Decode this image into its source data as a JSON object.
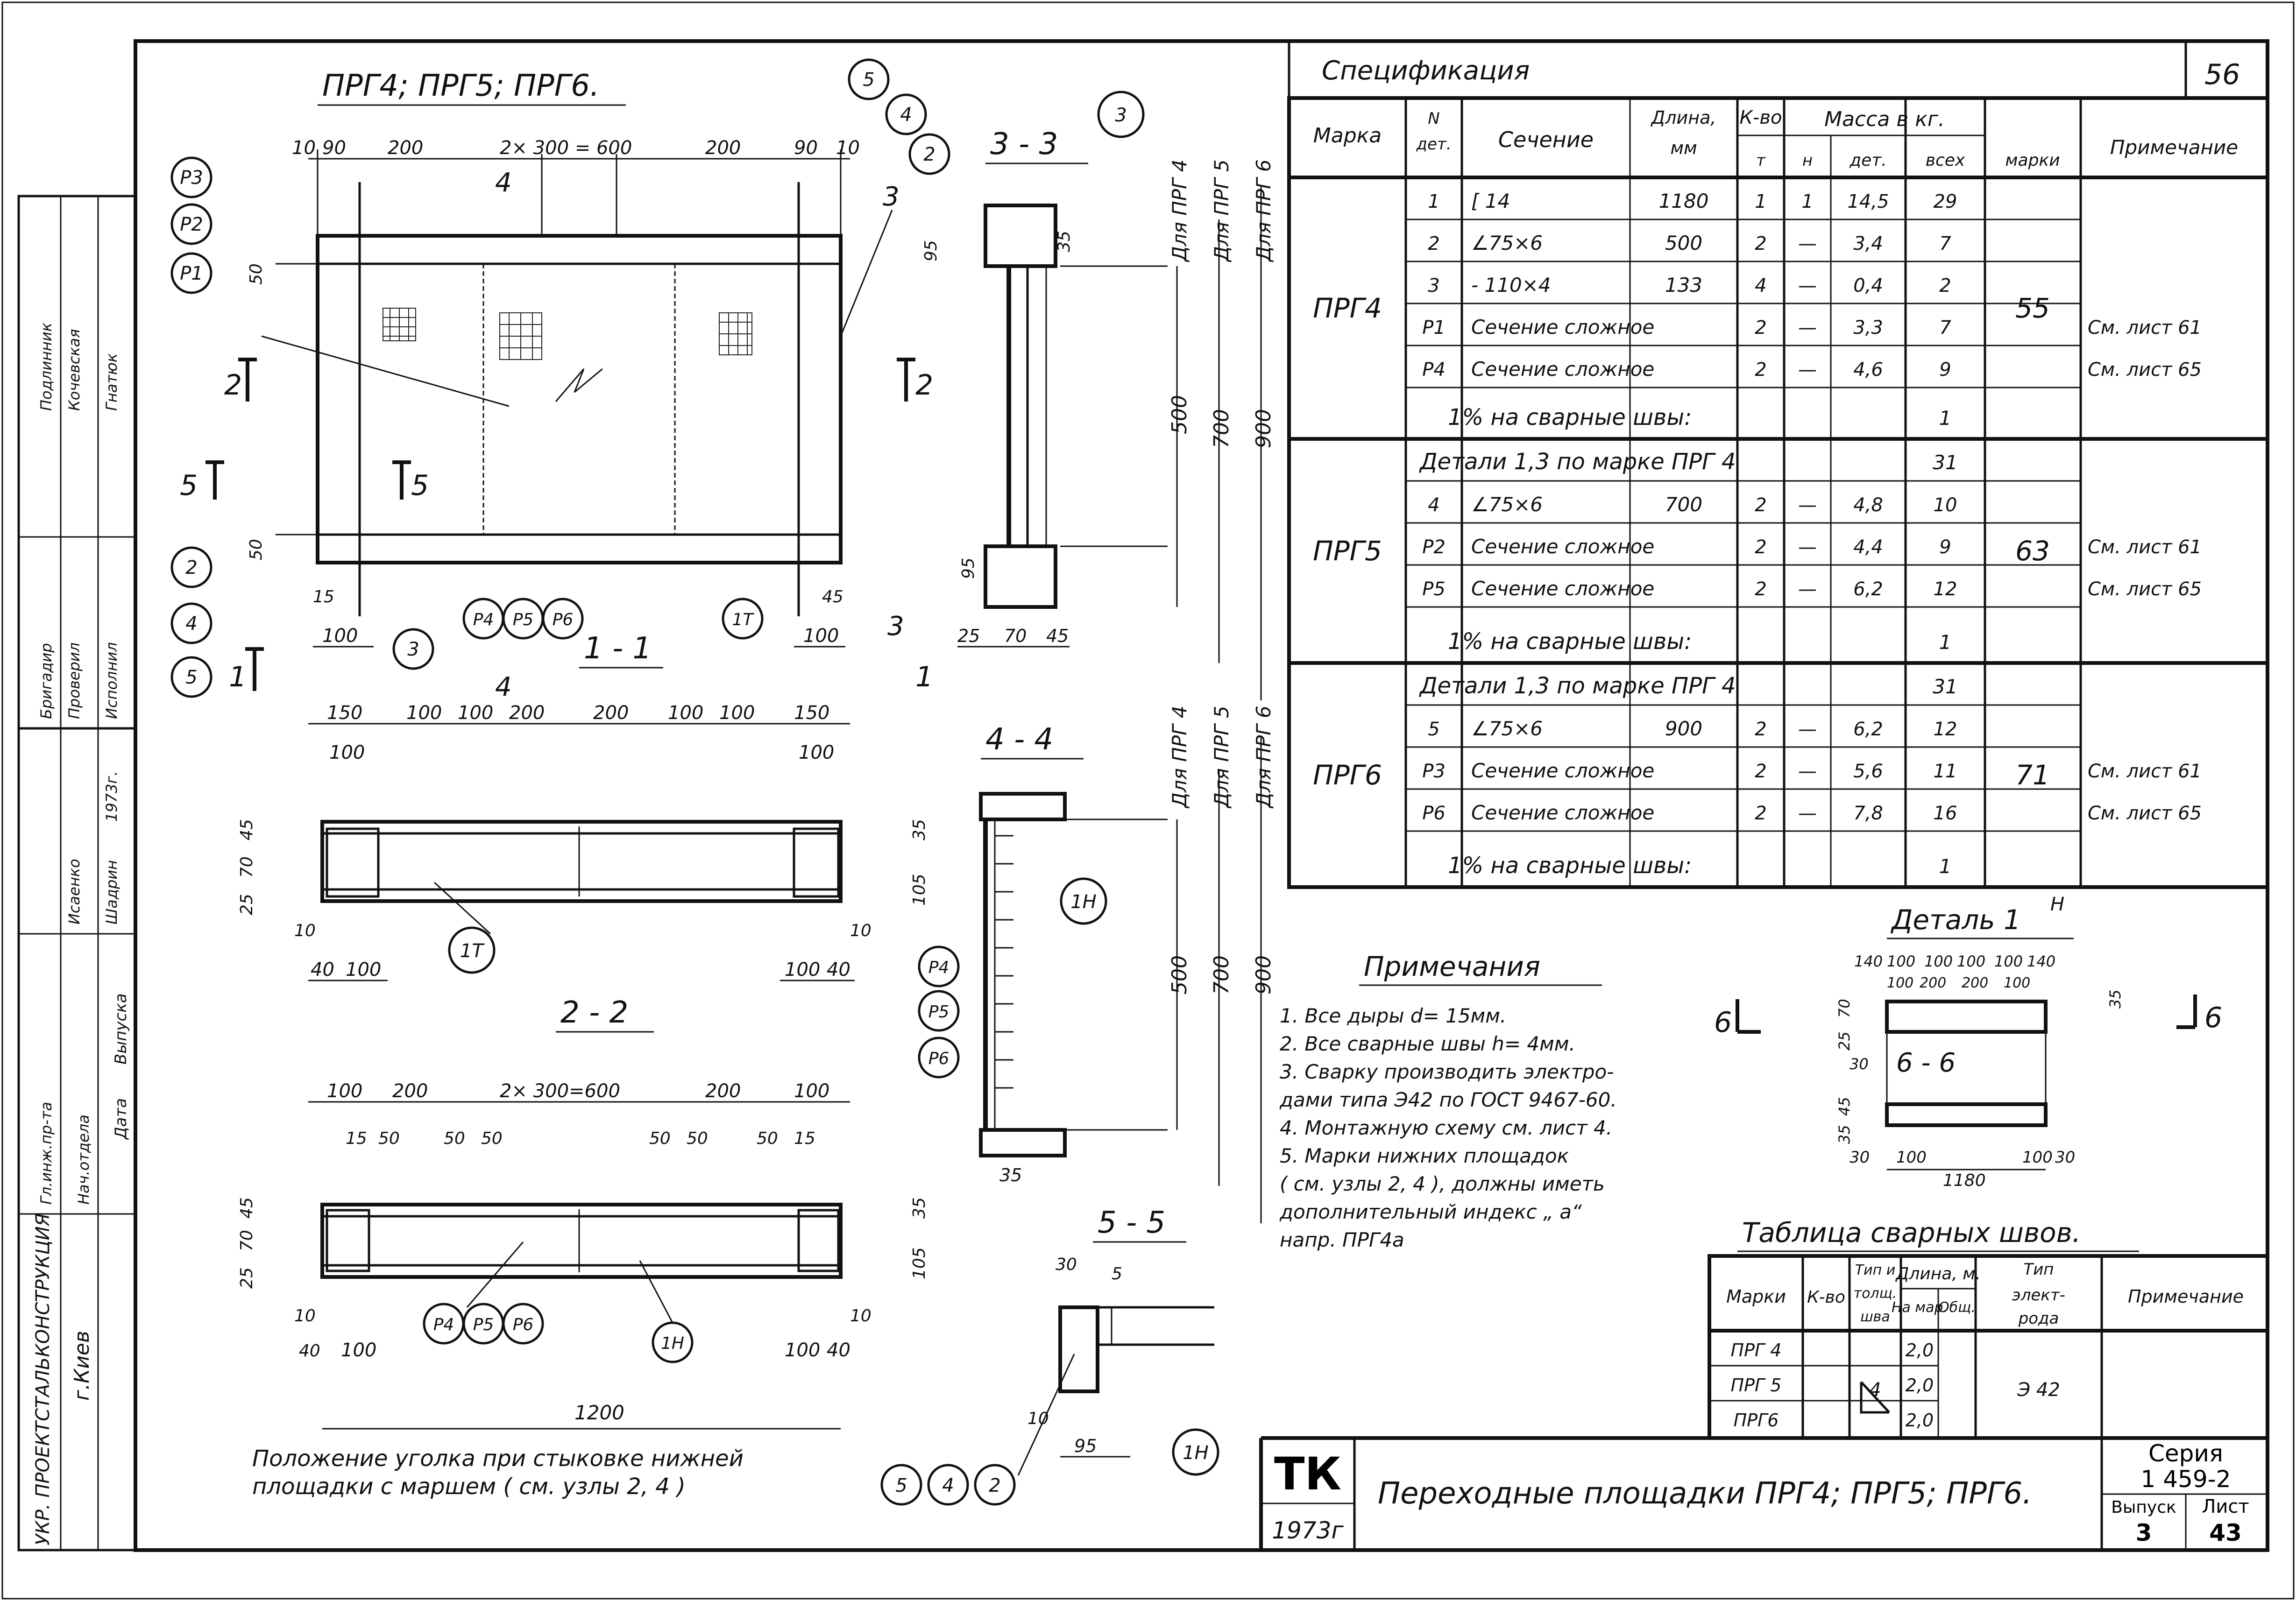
{
  "drawing": {
    "main_title": "ПРГ4; ПРГ5; ПРГ6.",
    "sheet_number": "56",
    "sections": {
      "s11": "1 - 1",
      "s22": "2 - 2",
      "s33": "3 - 3",
      "s44": "4 - 4",
      "s55": "5 - 5",
      "detail": "Деталь 1",
      "detail_sup": "Н",
      "s66": "6 - 6"
    },
    "cut_marks": [
      "2",
      "2",
      "5",
      "5",
      "4",
      "4",
      "1",
      "1",
      "3",
      "3",
      "6",
      "6"
    ],
    "bubbles": [
      "Р3",
      "Р2",
      "Р1",
      "2",
      "4",
      "5",
      "3",
      "Р4",
      "Р5",
      "Р6",
      "1Т",
      "5",
      "4",
      "2",
      "3",
      "1Н",
      "Р4",
      "Р5",
      "Р6",
      "Р4",
      "Р5",
      "Р6",
      "1Н",
      "1Н",
      "5",
      "4",
      "2"
    ],
    "labels_for": [
      "Для ПРГ 4",
      "Для ПРГ 5",
      "Для ПРГ 6"
    ],
    "dims_plan_top": [
      "10",
      "90",
      "200",
      "2× 300 = 600",
      "200",
      "90",
      "10"
    ],
    "dims_plan_side": [
      "50",
      "50",
      "95",
      "35",
      "95"
    ],
    "dims_plan_bottom": [
      "15",
      "100",
      "45",
      "100"
    ],
    "dims_heights_33": [
      "500",
      "700",
      "900"
    ],
    "dims_33_bottom": [
      "25",
      "70",
      "45"
    ],
    "dims_11_top": [
      "150",
      "100",
      "100",
      "100",
      "200",
      "200",
      "100",
      "100",
      "150"
    ],
    "dims_11_side": [
      "100",
      "100",
      "25",
      "70",
      "45",
      "105",
      "35",
      "10",
      "40",
      "100",
      "10",
      "100",
      "40"
    ],
    "dims_22_top": [
      "100",
      "200",
      "2× 300=600",
      "200",
      "100"
    ],
    "dims_22_holes": [
      "15",
      "50",
      "50",
      "50",
      "50",
      "50",
      "50",
      "15"
    ],
    "dims_22_side": [
      "25",
      "70",
      "45",
      "105",
      "35",
      "10",
      "40",
      "100",
      "100",
      "10",
      "40"
    ],
    "dims_22_total": "1200",
    "dims_44": [
      "500",
      "700",
      "900",
      "35"
    ],
    "dims_55": [
      "30",
      "5",
      "10",
      "95"
    ],
    "dims_detail_top": [
      "140",
      "100",
      "100",
      "100",
      "100",
      "140"
    ],
    "dims_detail_sub": [
      "100",
      "200",
      "200",
      "100"
    ],
    "dims_detail_side": [
      "35",
      "25",
      "70",
      "30",
      "35",
      "45"
    ],
    "dims_detail_bottom": [
      "30",
      "100",
      "100",
      "30",
      "1180"
    ],
    "bottom_caption": "Положение уголка при стыковке нижней площадки с маршем  ( см. узлы 2, 4 )"
  },
  "spec": {
    "title": "Спецификация",
    "headers": {
      "marka": "Марка",
      "det_no": "N дет.",
      "section": "Сечение",
      "length": "Длина, мм",
      "qty": "К-во",
      "qty_t": "т",
      "qty_n": "н",
      "mass": "Масса в кг.",
      "mass_det": "дет.",
      "mass_all": "всех",
      "mass_mark": "марки",
      "note": "Примечание"
    },
    "groups": [
      {
        "mark": "ПРГ4",
        "total": "55",
        "rows": [
          {
            "n": "1",
            "sec": "[ 14",
            "len": "1180",
            "t": "1",
            "h": "1",
            "det": "14,5",
            "all": "29",
            "note": ""
          },
          {
            "n": "2",
            "sec": "∠75×6",
            "len": "500",
            "t": "2",
            "h": "—",
            "det": "3,4",
            "all": "7",
            "note": ""
          },
          {
            "n": "3",
            "sec": "- 110×4",
            "len": "133",
            "t": "4",
            "h": "—",
            "det": "0,4",
            "all": "2",
            "note": ""
          },
          {
            "n": "Р1",
            "sec": "Сечение сложное",
            "len": "",
            "t": "2",
            "h": "—",
            "det": "3,3",
            "all": "7",
            "note": "См. лист 61"
          },
          {
            "n": "Р4",
            "sec": "Сечение сложное",
            "len": "",
            "t": "2",
            "h": "—",
            "det": "4,6",
            "all": "9",
            "note": "См. лист 65"
          }
        ],
        "weld_row": {
          "text": "1% на сварные швы:",
          "all": "1"
        }
      },
      {
        "mark": "ПРГ5",
        "total": "63",
        "head_row": {
          "text": "Детали 1,3 по марке  ПРГ 4",
          "all": "31"
        },
        "rows": [
          {
            "n": "4",
            "sec": "∠75×6",
            "len": "700",
            "t": "2",
            "h": "—",
            "det": "4,8",
            "all": "10",
            "note": ""
          },
          {
            "n": "Р2",
            "sec": "Сечение сложное",
            "len": "",
            "t": "2",
            "h": "—",
            "det": "4,4",
            "all": "9",
            "note": "См. лист 61"
          },
          {
            "n": "Р5",
            "sec": "Сечение сложное",
            "len": "",
            "t": "2",
            "h": "—",
            "det": "6,2",
            "all": "12",
            "note": "См. лист 65"
          }
        ],
        "weld_row": {
          "text": "1% на сварные швы:",
          "all": "1"
        }
      },
      {
        "mark": "ПРГ6",
        "total": "71",
        "head_row": {
          "text": "Детали 1,3 по марке  ПРГ 4",
          "all": "31"
        },
        "rows": [
          {
            "n": "5",
            "sec": "∠75×6",
            "len": "900",
            "t": "2",
            "h": "—",
            "det": "6,2",
            "all": "12",
            "note": ""
          },
          {
            "n": "Р3",
            "sec": "Сечение сложное",
            "len": "",
            "t": "2",
            "h": "—",
            "det": "5,6",
            "all": "11",
            "note": "См. лист 61"
          },
          {
            "n": "Р6",
            "sec": "Сечение сложное",
            "len": "",
            "t": "2",
            "h": "—",
            "det": "7,8",
            "all": "16",
            "note": "См. лист 65"
          },
          {
            "n": "",
            "sec": "",
            "len": "",
            "t": "",
            "h": "",
            "det": "",
            "all": "",
            "note": ""
          }
        ],
        "weld_row": {
          "text": "1% на сварные швы:",
          "all": "1"
        }
      }
    ]
  },
  "notes": {
    "title": "Примечания",
    "items": [
      "1. Все дыры  d= 15мм.",
      "2. Все сварные швы  h= 4мм.",
      "3. Сварку производить электро-",
      "    дами типа  Э42 по ГОСТ 9467-60.",
      "4. Монтажную схему см. лист 4.",
      "5. Марки нижних площадок",
      "    ( см. узлы 2, 4 ), должны иметь",
      "    дополнительный индекс „ а“",
      "    напр.  ПРГ4а"
    ]
  },
  "weld_table": {
    "title": "Таблица сварных швов.",
    "headers": {
      "marka": "Марки",
      "qty": "К-во",
      "type": "Тип и толщ. шва",
      "length": "Длина, м.",
      "len_mark": "На мар.",
      "len_total": "Общ.",
      "electrode": "Тип электрода",
      "note": "Примечание"
    },
    "rows": [
      {
        "mark": "ПРГ 4",
        "len": "2,0"
      },
      {
        "mark": "ПРГ 5",
        "len": "2,0"
      },
      {
        "mark": "ПРГ6",
        "len": "2,0"
      }
    ],
    "weld_size": "4",
    "electrode": "Э 42"
  },
  "title_block": {
    "logo": "ТК",
    "year": "1973г",
    "title": "Переходные площадки  ПРГ4; ПРГ5; ПРГ6.",
    "series_label": "Серия",
    "series": "1 459-2",
    "issue_label": "Выпуск",
    "issue": "3",
    "sheet_label": "Лист",
    "sheet": "43"
  },
  "side_stamp": {
    "org": "УКР. ПРОЕКТСТАЛЬКОНСТРУКЦИЯ",
    "city": "г.Киев",
    "roles": [
      "Гл.инж.пр-та",
      "Нач.отдела",
      "Бригадир",
      "Проверил",
      "Исполнил",
      "Подлинник",
      "Кочевская",
      "Гнатюк"
    ],
    "names": [
      "Исаенко",
      "Шадрин"
    ],
    "date_label": "Дата",
    "date_value": "Выпуска",
    "year": "1973г."
  }
}
